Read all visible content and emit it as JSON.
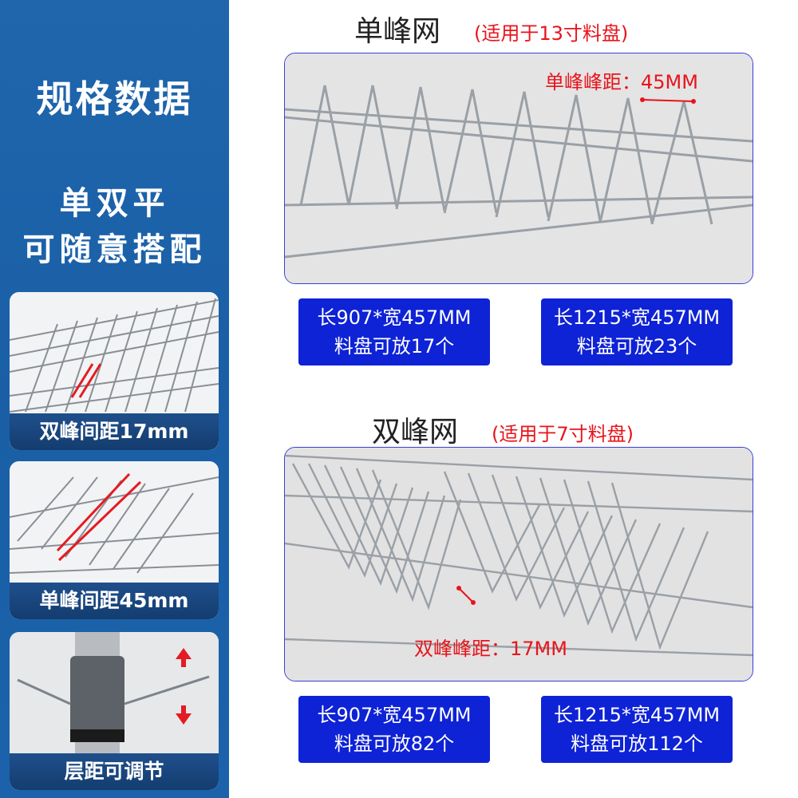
{
  "sidebar": {
    "title": "规格数据",
    "tagline_line1": "单双平",
    "tagline_line2": "可随意搭配",
    "thumbs": [
      {
        "caption": "双峰间距17mm"
      },
      {
        "caption": "单峰间距45mm"
      },
      {
        "caption": "层距可调节"
      }
    ]
  },
  "single": {
    "title": "单峰网",
    "note": "(适用于13寸料盘)",
    "measure": "单峰峰距：45MM",
    "specs": [
      {
        "size": "长907*宽457MM",
        "capacity": "料盘可放17个"
      },
      {
        "size": "长1215*宽457MM",
        "capacity": "料盘可放23个"
      }
    ]
  },
  "double": {
    "title": "双峰网",
    "note": "(适用于7寸料盘)",
    "measure": "双峰峰距：17MM",
    "specs": [
      {
        "size": "长907*宽457MM",
        "capacity": "料盘可放82个"
      },
      {
        "size": "长1215*宽457MM",
        "capacity": "料盘可放112个"
      }
    ]
  },
  "colors": {
    "sidebar_blue": "#1f66ad",
    "spec_box_blue": "#0e22d6",
    "accent_red": "#e8141b",
    "frame_border": "#3b3fd6"
  }
}
